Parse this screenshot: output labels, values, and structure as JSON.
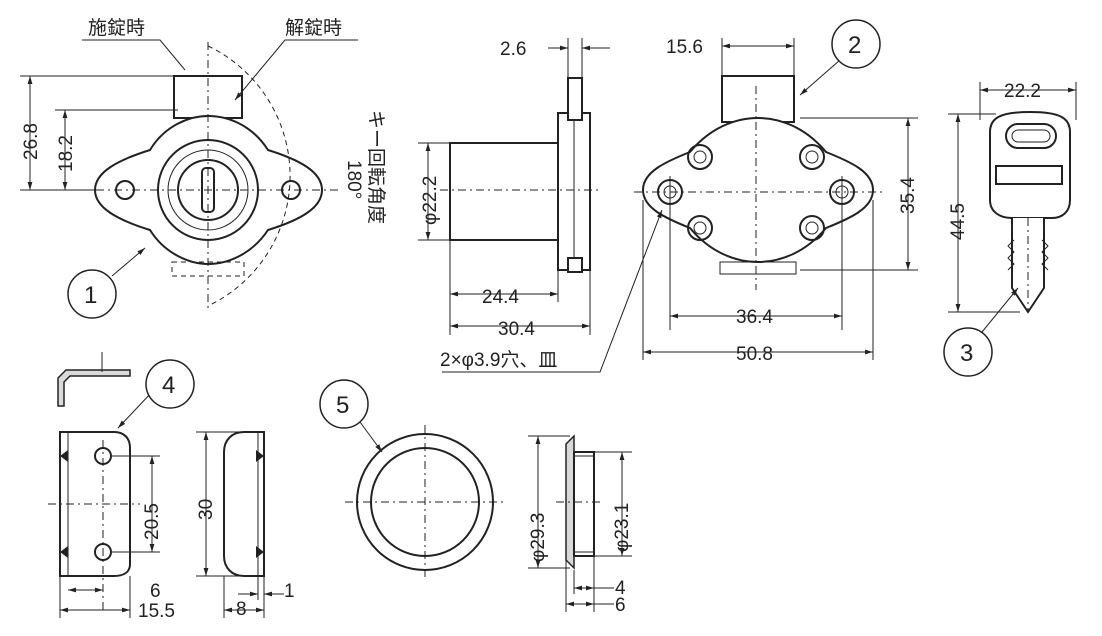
{
  "labels": {
    "locked": "施錠時",
    "unlocked": "解錠時",
    "key_rotation": "キー回転角度",
    "angle": "180°",
    "hole_note": "2×φ3.9穴、皿"
  },
  "callouts": [
    "1",
    "2",
    "3",
    "4",
    "5"
  ],
  "dimensions": {
    "d26_8": "26.8",
    "d18_2": "18.2",
    "d2_6": "2.6",
    "d22_2": "φ22.2",
    "d24_4": "24.4",
    "d30_4": "30.4",
    "d15_6": "15.6",
    "d35_4": "35.4",
    "d36_4": "36.4",
    "d50_8": "50.8",
    "d22_2k": "22.2",
    "d44_5": "44.5",
    "d20_5": "20.5",
    "d6": "6",
    "d15_5": "15.5",
    "d30": "30",
    "d8": "8",
    "d1": "1",
    "d29_3": "φ29.3",
    "d23_1": "φ23.1",
    "d4": "4",
    "d6b": "6"
  }
}
